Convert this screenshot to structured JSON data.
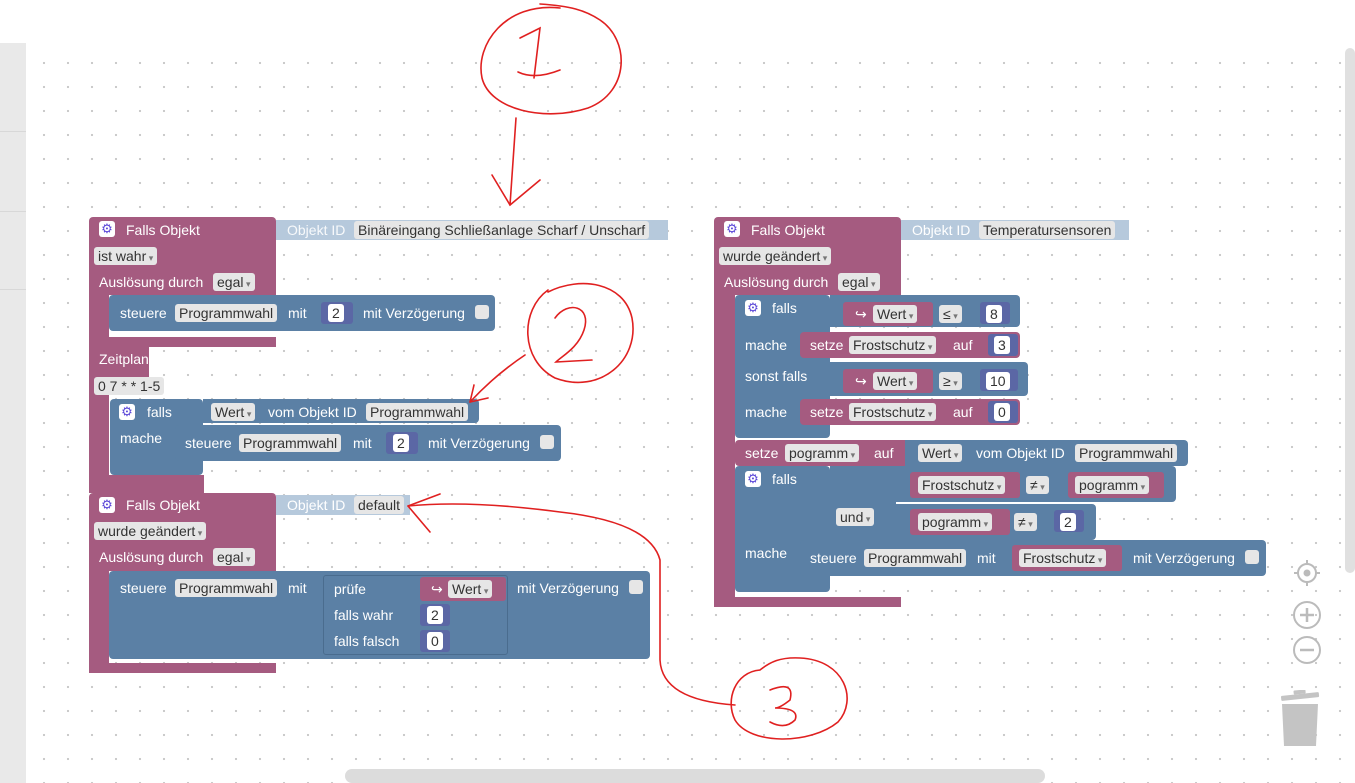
{
  "block1": {
    "header": "Falls Objekt",
    "objekt_id_label": "Objekt ID",
    "objekt_id_value": "Binäreingang Schließanlage Scharf / Unscharf",
    "condition": "ist wahr",
    "trigger_label": "Auslösung durch",
    "trigger_value": "egal",
    "steuere": "steuere",
    "target": "Programmwahl",
    "mit": "mit",
    "value": "2",
    "delay": "mit Verzögerung"
  },
  "block2": {
    "header": "Zeitplan",
    "cron": "0 7 * * 1-5",
    "falls": "falls",
    "wert": "Wert",
    "vom_objekt": "vom Objekt ID",
    "object": "Programmwahl",
    "mache": "mache",
    "steuere": "steuere",
    "target": "Programmwahl",
    "mit": "mit",
    "value": "2",
    "delay": "mit Verzögerung"
  },
  "block3": {
    "header": "Falls Objekt",
    "objekt_id_label": "Objekt ID",
    "objekt_id_value": "default",
    "condition": "wurde geändert",
    "trigger_label": "Auslösung durch",
    "trigger_value": "egal",
    "steuere": "steuere",
    "target": "Programmwahl",
    "mit": "mit",
    "pruefe": "prüfe",
    "wert": "Wert",
    "falls_wahr": "falls wahr",
    "value_true": "2",
    "falls_falsch": "falls falsch",
    "value_false": "0",
    "delay": "mit Verzögerung"
  },
  "block4": {
    "header": "Falls Objekt",
    "objekt_id_label": "Objekt ID",
    "objekt_id_value": "Temperatursensoren",
    "condition": "wurde geändert",
    "trigger_label": "Auslösung durch",
    "trigger_value": "egal",
    "falls": "falls",
    "wert1": "Wert",
    "op1": "≤",
    "num1": "8",
    "mache": "mache",
    "setze": "setze",
    "var1": "Frostschutz",
    "auf": "auf",
    "num_set1": "3",
    "sonst_falls": "sonst falls",
    "wert2": "Wert",
    "op2": "≥",
    "num2": "10",
    "mache2": "mache",
    "var2": "Frostschutz",
    "num_set2": "0",
    "setze2": "setze",
    "pogramm": "pogramm",
    "auf2": "auf",
    "wert3": "Wert",
    "vom_objekt": "vom Objekt ID",
    "object": "Programmwahl",
    "falls2": "falls",
    "cmp1_left": "Frostschutz",
    "cmp1_op": "≠",
    "cmp1_right": "pogramm",
    "und": "und",
    "cmp2_left": "pogramm",
    "cmp2_op": "≠",
    "cmp2_right": "2",
    "mache3": "mache",
    "steuere": "steuere",
    "target": "Programmwahl",
    "mit": "mit",
    "mit_value": "Frostschutz",
    "delay": "mit Verzögerung"
  },
  "annotations": {
    "n1": "1",
    "n2": "2",
    "n3": "3"
  },
  "colors": {
    "event": "#a55b80",
    "logic": "#5b80a5",
    "variable": "#a55b80",
    "number": "#5b67a5",
    "annotation": "#e02020"
  },
  "icons": [
    "gear-icon",
    "target-icon",
    "zoom-in-icon",
    "zoom-out-icon",
    "trash-icon",
    "arrow-icon"
  ]
}
